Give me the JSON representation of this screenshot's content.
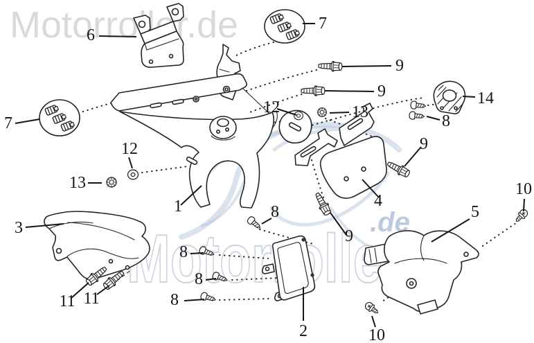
{
  "watermark": {
    "top_text": "Motorroller.de",
    "brand_text": "Motorroller",
    "brand_suffix": ".de",
    "top_color": "#d7d7d7",
    "swoosh_color": "#bccbdf",
    "brand_outline_color": "#97a8c0",
    "suffix_color": "#8ea7c8"
  },
  "callouts": [
    {
      "part": "6"
    },
    {
      "part": "7"
    },
    {
      "part": "9"
    },
    {
      "part": "9"
    },
    {
      "part": "13"
    },
    {
      "part": "12"
    },
    {
      "part": "14"
    },
    {
      "part": "8"
    },
    {
      "part": "7"
    },
    {
      "part": "12"
    },
    {
      "part": "13"
    },
    {
      "part": "1"
    },
    {
      "part": "3"
    },
    {
      "part": "11"
    },
    {
      "part": "11"
    },
    {
      "part": "8"
    },
    {
      "part": "8"
    },
    {
      "part": "8"
    },
    {
      "part": "8"
    },
    {
      "part": "2"
    },
    {
      "part": "4"
    },
    {
      "part": "9"
    },
    {
      "part": "9"
    },
    {
      "part": "5"
    },
    {
      "part": "10"
    },
    {
      "part": "10"
    }
  ]
}
